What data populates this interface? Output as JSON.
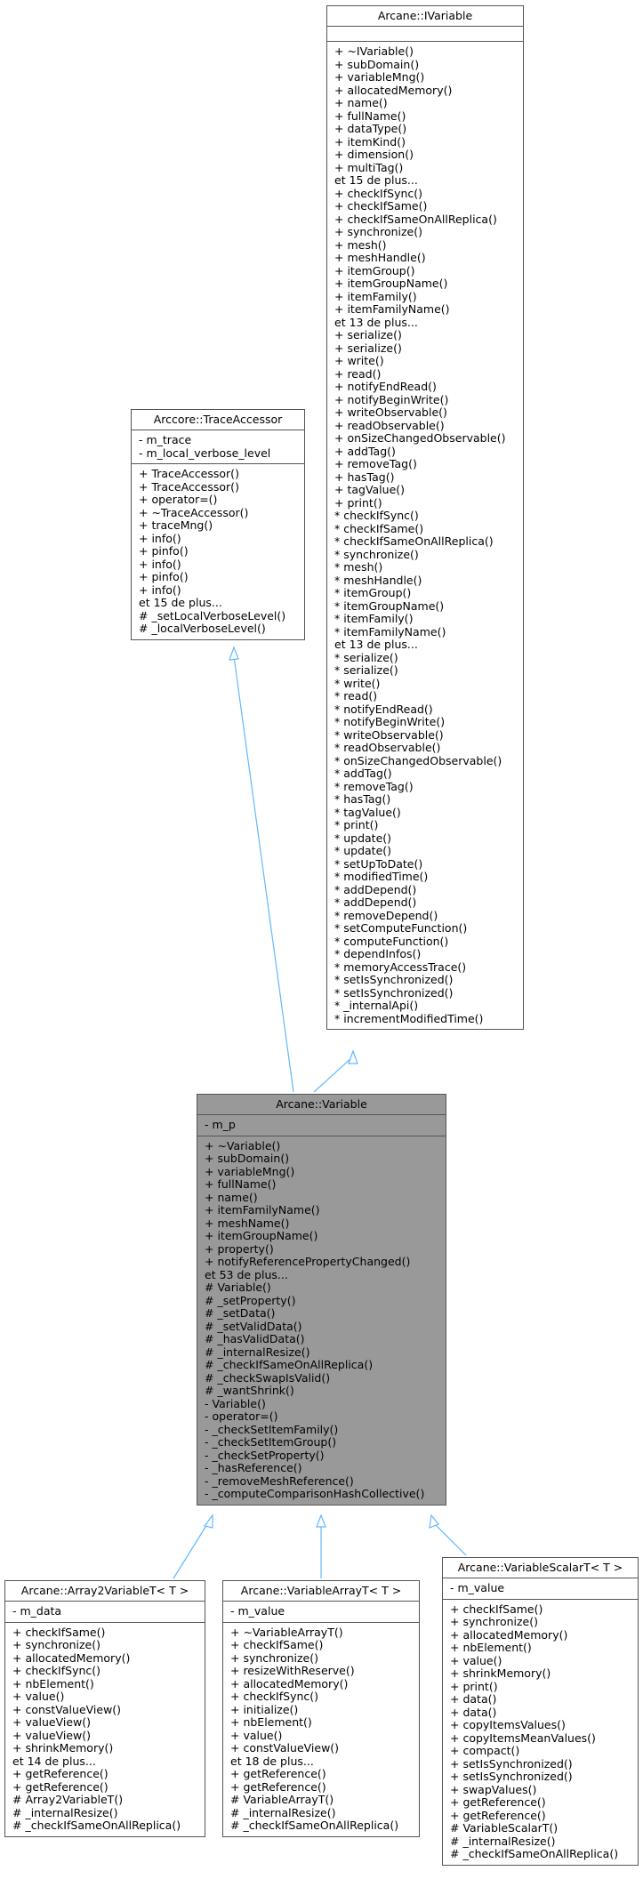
{
  "classes": {
    "ivariable": {
      "name": "Arcane::IVariable",
      "attributes": [],
      "methods": [
        "+ ~IVariable()",
        "+ subDomain()",
        "+ variableMng()",
        "+ allocatedMemory()",
        "+ name()",
        "+ fullName()",
        "+ dataType()",
        "+ itemKind()",
        "+ dimension()",
        "+ multiTag()",
        "et 15 de plus...",
        "+ checkIfSync()",
        "+ checkIfSame()",
        "+ checkIfSameOnAllReplica()",
        "+ synchronize()",
        "+ mesh()",
        "+ meshHandle()",
        "+ itemGroup()",
        "+ itemGroupName()",
        "+ itemFamily()",
        "+ itemFamilyName()",
        "et 13 de plus...",
        "+ serialize()",
        "+ serialize()",
        "+ write()",
        "+ read()",
        "+ notifyEndRead()",
        "+ notifyBeginWrite()",
        "+ writeObservable()",
        "+ readObservable()",
        "+ onSizeChangedObservable()",
        "+ addTag()",
        "+ removeTag()",
        "+ hasTag()",
        "+ tagValue()",
        "+ print()",
        "* checkIfSync()",
        "* checkIfSame()",
        "* checkIfSameOnAllReplica()",
        "* synchronize()",
        "* mesh()",
        "* meshHandle()",
        "* itemGroup()",
        "* itemGroupName()",
        "* itemFamily()",
        "* itemFamilyName()",
        "et 13 de plus...",
        "* serialize()",
        "* serialize()",
        "* write()",
        "* read()",
        "* notifyEndRead()",
        "* notifyBeginWrite()",
        "* writeObservable()",
        "* readObservable()",
        "* onSizeChangedObservable()",
        "* addTag()",
        "* removeTag()",
        "* hasTag()",
        "* tagValue()",
        "* print()",
        "* update()",
        "* update()",
        "* setUpToDate()",
        "* modifiedTime()",
        "* addDepend()",
        "* addDepend()",
        "* removeDepend()",
        "* setComputeFunction()",
        "* computeFunction()",
        "* dependInfos()",
        "* memoryAccessTrace()",
        "* setIsSynchronized()",
        "* setIsSynchronized()",
        "* _internalApi()",
        "* incrementModifiedTime()"
      ]
    },
    "traceaccessor": {
      "name": "Arccore::TraceAccessor",
      "attributes": [
        "- m_trace",
        "- m_local_verbose_level"
      ],
      "methods": [
        "+ TraceAccessor()",
        "+ TraceAccessor()",
        "+ operator=()",
        "+ ~TraceAccessor()",
        "+ traceMng()",
        "+ info()",
        "+ pinfo()",
        "+ info()",
        "+ pinfo()",
        "+ info()",
        "et 15 de plus...",
        "# _setLocalVerboseLevel()",
        "# _localVerboseLevel()"
      ]
    },
    "variable": {
      "name": "Arcane::Variable",
      "attributes": [
        "- m_p"
      ],
      "methods": [
        "+ ~Variable()",
        "+ subDomain()",
        "+ variableMng()",
        "+ fullName()",
        "+ name()",
        "+ itemFamilyName()",
        "+ meshName()",
        "+ itemGroupName()",
        "+ property()",
        "+ notifyReferencePropertyChanged()",
        "et 53 de plus...",
        "# Variable()",
        "# _setProperty()",
        "# _setData()",
        "# _setValidData()",
        "# _hasValidData()",
        "# _internalResize()",
        "# _checkIfSameOnAllReplica()",
        "# _checkSwapIsValid()",
        "# _wantShrink()",
        "- Variable()",
        "- operator=()",
        "- _checkSetItemFamily()",
        "- _checkSetItemGroup()",
        "- _checkSetProperty()",
        "- _hasReference()",
        "- _removeMeshReference()",
        "- _computeComparisonHashCollective()"
      ]
    },
    "array2": {
      "name": "Arcane::Array2VariableT< T >",
      "attributes": [
        "- m_data"
      ],
      "methods": [
        "+ checkIfSame()",
        "+ synchronize()",
        "+ allocatedMemory()",
        "+ checkIfSync()",
        "+ nbElement()",
        "+ value()",
        "+ constValueView()",
        "+ valueView()",
        "+ valueView()",
        "+ shrinkMemory()",
        "et 14 de plus...",
        "+ getReference()",
        "+ getReference()",
        "# Array2VariableT()",
        "# _internalResize()",
        "# _checkIfSameOnAllReplica()"
      ]
    },
    "arrayt": {
      "name": "Arcane::VariableArrayT< T >",
      "attributes": [
        "- m_value"
      ],
      "methods": [
        "+ ~VariableArrayT()",
        "+ checkIfSame()",
        "+ synchronize()",
        "+ resizeWithReserve()",
        "+ allocatedMemory()",
        "+ checkIfSync()",
        "+ initialize()",
        "+ nbElement()",
        "+ value()",
        "+ constValueView()",
        "et 18 de plus...",
        "+ getReference()",
        "+ getReference()",
        "# VariableArrayT()",
        "# _internalResize()",
        "# _checkIfSameOnAllReplica()"
      ]
    },
    "scalart": {
      "name": "Arcane::VariableScalarT< T >",
      "attributes": [
        "- m_value"
      ],
      "methods": [
        "+ checkIfSame()",
        "+ synchronize()",
        "+ allocatedMemory()",
        "+ nbElement()",
        "+ value()",
        "+ shrinkMemory()",
        "+ print()",
        "+ data()",
        "+ data()",
        "+ copyItemsValues()",
        "+ copyItemsMeanValues()",
        "+ compact()",
        "+ setIsSynchronized()",
        "+ setIsSynchronized()",
        "+ swapValues()",
        "+ getReference()",
        "+ getReference()",
        "# VariableScalarT()",
        "# _internalResize()",
        "# _checkIfSameOnAllReplica()"
      ]
    }
  }
}
